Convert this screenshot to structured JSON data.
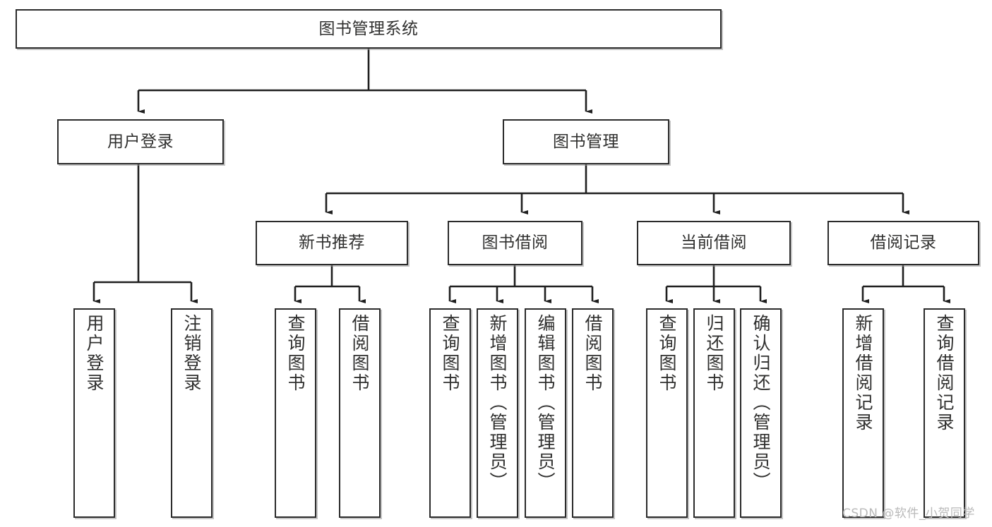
{
  "diagram": {
    "type": "tree-hierarchy",
    "title": "图书管理系统",
    "watermark": "CSDN @软件_小贺同学",
    "colors": {
      "background": "#ffffff",
      "box_border": "#2b2b2b",
      "box_fill": "#ffffff",
      "connector": "#1f1f1f",
      "text": "#30302f",
      "watermark": "#b9b9b9"
    },
    "root": {
      "label": "图书管理系统"
    },
    "level1": [
      {
        "label": "用户登录"
      },
      {
        "label": "图书管理"
      }
    ],
    "level2": [
      {
        "label": "新书推荐"
      },
      {
        "label": "图书借阅"
      },
      {
        "label": "当前借阅"
      },
      {
        "label": "借阅记录"
      }
    ],
    "leaves": {
      "user_login": [
        {
          "label": "用户登录"
        },
        {
          "label": "注销登录"
        }
      ],
      "new_book_recommend": [
        {
          "label": "查询图书"
        },
        {
          "label": "借阅图书"
        }
      ],
      "book_borrow": [
        {
          "label": "查询图书"
        },
        {
          "label": "新增图书（管理员）"
        },
        {
          "label": "编辑图书（管理员）"
        },
        {
          "label": "借阅图书"
        }
      ],
      "current_borrow": [
        {
          "label": "查询图书"
        },
        {
          "label": "归还图书"
        },
        {
          "label": "确认归还（管理员）"
        }
      ],
      "borrow_record": [
        {
          "label": "新增借阅记录"
        },
        {
          "label": "查询借阅记录"
        }
      ]
    }
  }
}
